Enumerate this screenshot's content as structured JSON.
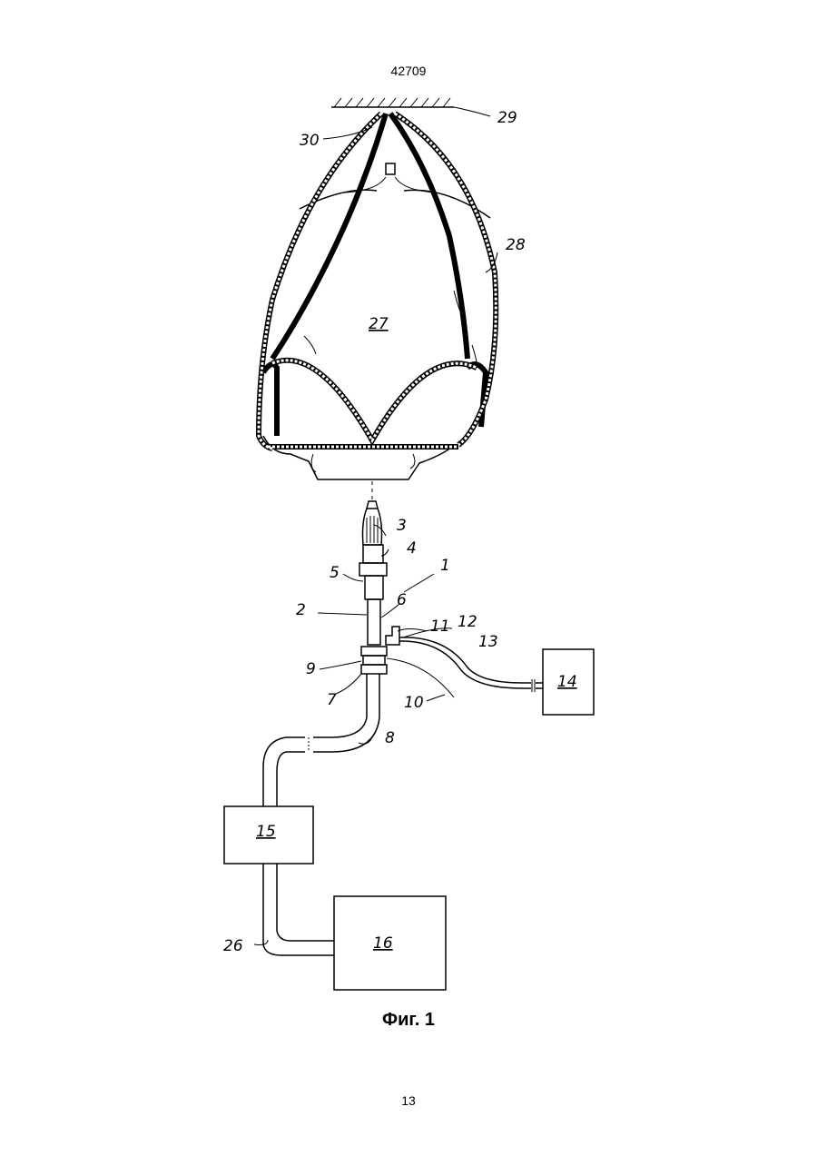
{
  "page": {
    "number_top": "42709",
    "number_bottom": "13",
    "caption": "Фиг. 1"
  },
  "labels": {
    "l1": "1",
    "l2": "2",
    "l3": "3",
    "l4": "4",
    "l5": "5",
    "l6": "6",
    "l7": "7",
    "l8": "8",
    "l9": "9",
    "l10": "10",
    "l11": "11",
    "l12": "12",
    "l13": "13",
    "l14": "14",
    "l15": "15",
    "l16": "16",
    "l26": "26",
    "l27": "27",
    "l28": "28",
    "l29": "29",
    "l30": "30"
  }
}
